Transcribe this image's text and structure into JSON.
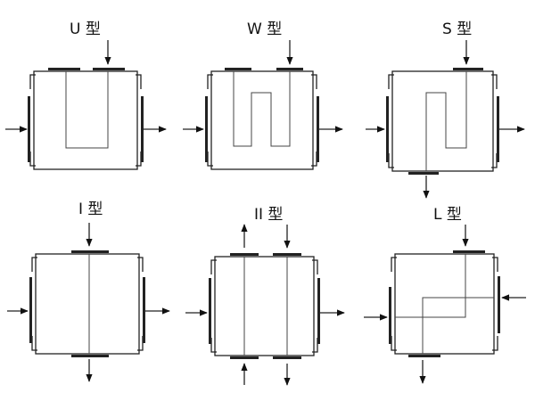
{
  "diagrams": {
    "u": {
      "label": "U 型"
    },
    "w": {
      "label": "W 型"
    },
    "s": {
      "label": "S 型"
    },
    "i": {
      "label": "I 型"
    },
    "ii": {
      "label": "II 型"
    },
    "l": {
      "label": "L 型"
    }
  },
  "colors": {
    "line": "#222222",
    "inner": "#444444",
    "background": "#ffffff"
  }
}
